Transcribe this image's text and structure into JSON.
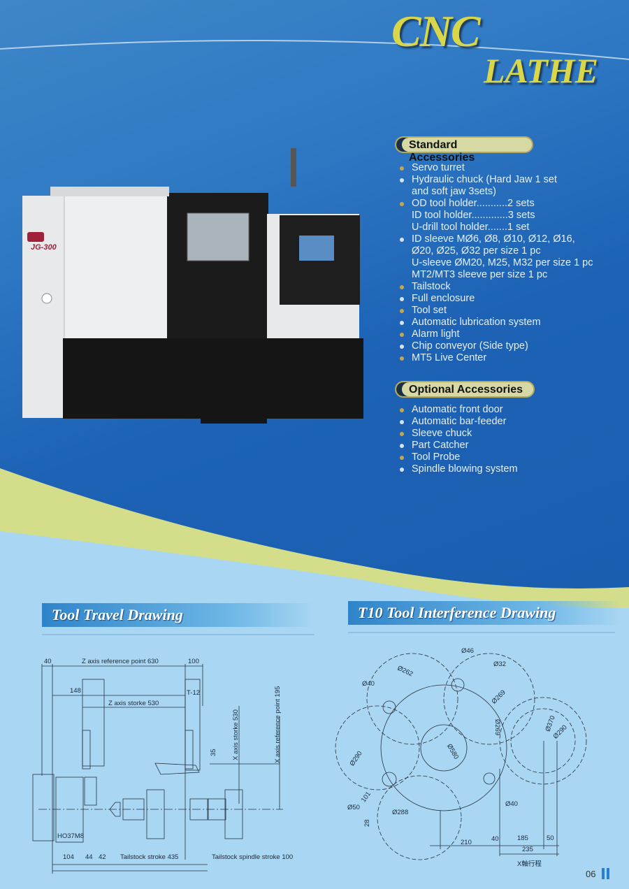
{
  "header": {
    "title_line1": "CNC",
    "title_line2": "LATHE"
  },
  "machine": {
    "model": "JG-300"
  },
  "standard_accessories": {
    "heading": "Standard Accessories",
    "items": [
      {
        "lines": [
          "Servo turret"
        ]
      },
      {
        "lines": [
          "Hydraulic chuck (Hard Jaw 1 set",
          "and soft jaw 3sets)"
        ]
      },
      {
        "lines": [
          "OD tool holder...........2 sets",
          "ID tool holder.............3 sets",
          "U-drill tool holder.......1 set"
        ]
      },
      {
        "lines": [
          "ID sleeve MØ6, Ø8, Ø10, Ø12, Ø16,",
          "Ø20, Ø25, Ø32 per size 1 pc",
          "U-sleeve ØM20, M25, M32 per size 1 pc",
          "MT2/MT3 sleeve  per size 1 pc"
        ]
      },
      {
        "lines": [
          "Tailstock"
        ]
      },
      {
        "lines": [
          "Full enclosure"
        ]
      },
      {
        "lines": [
          "Tool set"
        ]
      },
      {
        "lines": [
          "Automatic lubrication system"
        ]
      },
      {
        "lines": [
          "Alarm light"
        ]
      },
      {
        "lines": [
          "Chip conveyor (Side type)"
        ]
      },
      {
        "lines": [
          "MT5 Live Center"
        ]
      }
    ]
  },
  "optional_accessories": {
    "heading": "Optional Accessories",
    "items": [
      "Automatic front door",
      "Automatic bar-feeder",
      "Sleeve chuck",
      "Part Catcher",
      "Tool Probe",
      "Spindle blowing system"
    ]
  },
  "tool_travel": {
    "heading": "Tool Travel Drawing",
    "labels": {
      "d40": "40",
      "z_ref": "Z axis reference point 630",
      "d100": "100",
      "d148": "148",
      "t12": "T-12",
      "z_stroke": "Z axis storke 530",
      "d35": "35",
      "x_stroke": "X axis storke 530",
      "x_ref": "X axis reference point  195",
      "chuck": "HO37M8",
      "d104": "104",
      "d44": "44",
      "d42": "42",
      "tail_stroke": "Tailstock stroke 435",
      "tail_spindle": "Tailstock spindle stroke 100"
    }
  },
  "interference": {
    "heading": "T10 Tool Interference Drawing",
    "labels": {
      "d46": "Ø46",
      "d32": "Ø32",
      "d262": "Ø262",
      "d40a": "Ø40",
      "d269a": "Ø269",
      "d370": "Ø370",
      "d290a": "Ø290",
      "d269b": "Ø269",
      "d580": "Ø580",
      "d290b": "Ø290",
      "d40b": "Ø40",
      "d101": "101",
      "d50": "Ø50",
      "d288": "Ø288",
      "d28": "28",
      "d210": "210",
      "d40c": "40",
      "d185": "185",
      "d50b": "50",
      "d235": "235",
      "xtravel": "X軸行程"
    }
  },
  "footer": {
    "page": "06"
  },
  "colors": {
    "title": "#d9d64a",
    "bullet_gold": "#c7a64a",
    "bullet_white": "#d6e4f0",
    "blue_bg": "#1d62b5"
  }
}
